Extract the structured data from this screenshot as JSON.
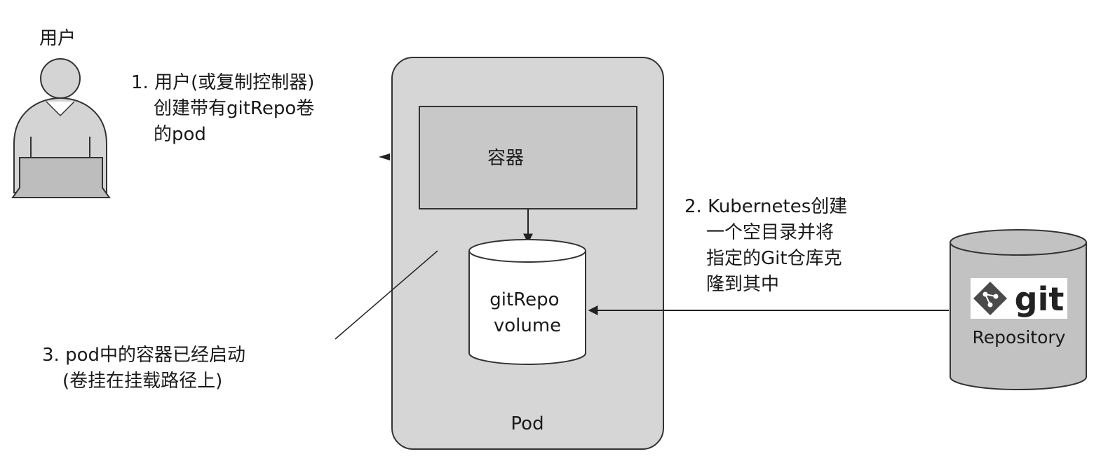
{
  "user": {
    "label": "用户"
  },
  "steps": {
    "step1": [
      "1. 用户(或复制控制器)",
      "创建带有gitRepo卷",
      "的pod"
    ],
    "step2": [
      "2. Kubernetes创建",
      "一个空目录并将",
      "指定的Git仓库克",
      "隆到其中"
    ],
    "step3": [
      "3. pod中的容器已经启动",
      "(卷挂在挂载路径上)"
    ]
  },
  "pod": {
    "label": "Pod",
    "container_label": "容器",
    "volume_label": [
      "gitRepo",
      "volume"
    ]
  },
  "repository": {
    "logo_text": "git",
    "label": "Repository"
  },
  "colors": {
    "pod_fill": "#d6d6d6",
    "container_fill": "#c8c8c8",
    "volume_fill": "#ffffff",
    "repo_fill": "#c2c2c2",
    "line": "#222222",
    "git_diamond": "#4a4a4a"
  }
}
